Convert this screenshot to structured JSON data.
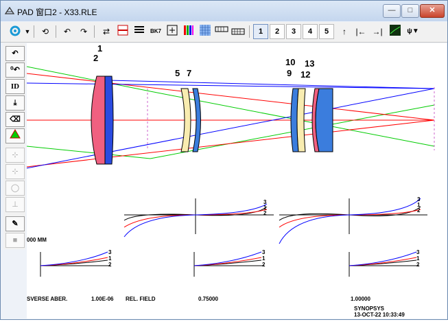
{
  "window": {
    "title": "PAD 窗口2 - X33.RLE",
    "minimize": "—",
    "maximize": "□",
    "close": "✕"
  },
  "toolbar": {
    "num_buttons": [
      "1",
      "2",
      "3",
      "4",
      "5"
    ],
    "icons": [
      "gear-icon",
      "dropdown-arrow-icon",
      "rotate-icon",
      "undo-icon",
      "redo-icon",
      "swap-icon",
      "split-view-icon",
      "stripes-icon",
      "bk7-glass-icon",
      "zoom-fit-icon",
      "color-bars-icon",
      "grid-icon",
      "table-small-icon",
      "table-icon",
      "arrow-up-icon",
      "first-icon",
      "last-icon",
      "chart-icon",
      "sort-icon"
    ],
    "bk7_text": "BK7"
  },
  "sidebar": {
    "id_label": "ID",
    "icons": [
      "undo-icon",
      "zero-undo-icon",
      "id-icon",
      "download-icon",
      "erase-icon",
      "triangle-icon",
      "lens-add-icon",
      "lens-move-icon",
      "circle-icon",
      "split-icon",
      "pencil-icon",
      "fill-icon"
    ]
  },
  "surfaces": [
    "1",
    "2",
    "5",
    "7",
    "10",
    "9",
    "13",
    "12"
  ],
  "aberration": {
    "units_label": "000    MM",
    "footer_left": "SVERSE ABER.",
    "scale": "1.00E-06",
    "field_label": "REL. FIELD",
    "field_1": "0.75000",
    "field_2": "1.00000",
    "curve_labels": [
      "3",
      "1",
      "2"
    ],
    "brand": "SYNOPSYS",
    "timestamp": "13-OCT-22  10:33:49"
  },
  "colors": {
    "red": "#ff0000",
    "blue": "#0000ff",
    "green": "#00cc00",
    "lens_blue": "#3b7ddd",
    "lens_pink": "#f06080",
    "lens_yellow": "#f8ecb0",
    "axis": "#cc66cc"
  }
}
